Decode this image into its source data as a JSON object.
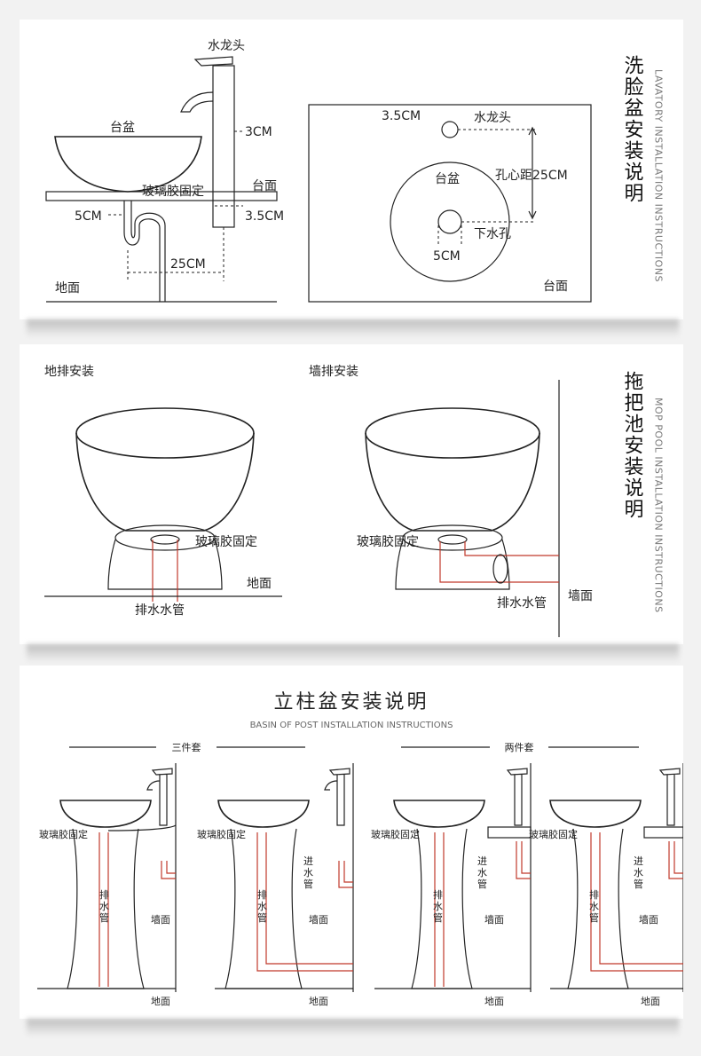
{
  "section_lavatory": {
    "title": "洗脸盆安装说明",
    "subtitle": "LAVATORY INSTALLATION INSTRUCTIONS",
    "side_view": {
      "faucet": "水龙头",
      "basin": "台盆",
      "dim_3cm": "3CM",
      "glass_glue": "玻璃胶固定",
      "counter": "台面",
      "dim_5cm": "5CM",
      "dim_3_5cm": "3.5CM",
      "dim_25cm": "25CM",
      "floor": "地面"
    },
    "top_view": {
      "dim_3_5cm": "3.5CM",
      "faucet": "水龙头",
      "hole_distance": "孔心距25CM",
      "basin": "台盆",
      "drain_hole": "下水孔",
      "dim_5cm": "5CM",
      "counter": "台面"
    }
  },
  "section_mop": {
    "title": "拖把池安装说明",
    "subtitle": "MOP POOL INSTALLATION INSTRUCTIONS",
    "floor_drain_title": "地排安装",
    "wall_drain_title": "墙排安装",
    "glass_glue": "玻璃胶固定",
    "floor": "地面",
    "drain_pipe": "排水水管",
    "wall": "墙面"
  },
  "section_pedestal": {
    "title": "立柱盆安装说明",
    "subtitle": "BASIN OF POST INSTALLATION INSTRUCTIONS",
    "group_three": "三件套",
    "group_two": "两件套",
    "glass_glue": "玻璃胶固定",
    "inlet_pipe": [
      "进",
      "水",
      "管"
    ],
    "drain_pipe": [
      "排",
      "水",
      "管"
    ],
    "wall": "墙面",
    "floor": "地面"
  }
}
